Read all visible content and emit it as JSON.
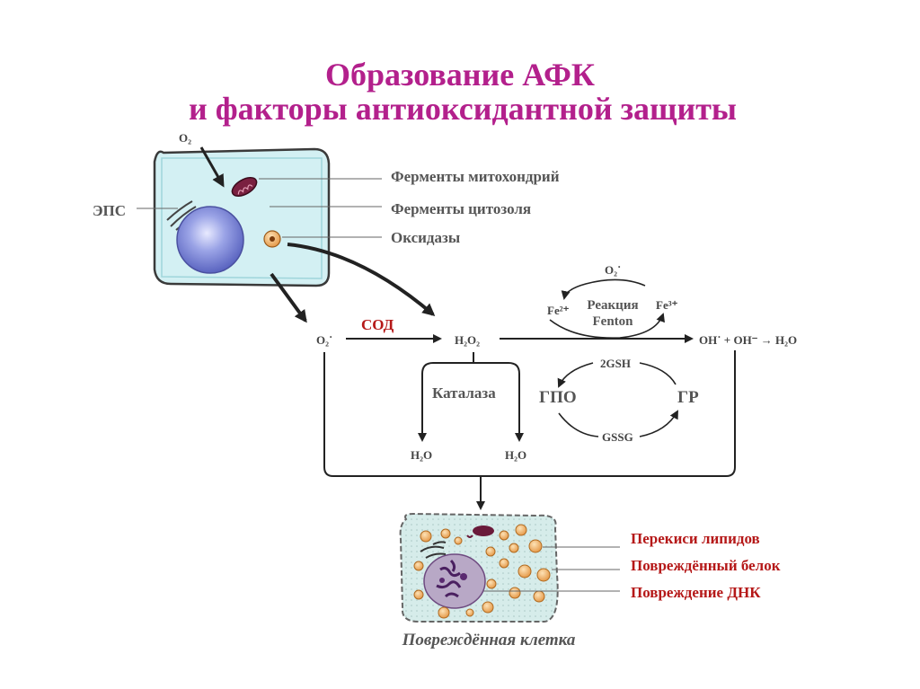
{
  "title": {
    "line1": "Образование    АФК",
    "line2": "и  факторы  антиоксидантной  защиты"
  },
  "top_cell": {
    "o2": "O₂",
    "eps": "ЭПС",
    "labels": [
      "Ферменты митохондрий",
      "Ферменты цитозоля",
      "Оксидазы"
    ]
  },
  "pathway": {
    "superoxide": "O₂˙",
    "sod": "СОД",
    "h2o2": "H₂O₂",
    "products": "OH˙ + OH⁻ → H₂O",
    "fenton_o2": "O₂˙",
    "fe2": "Fe²⁺",
    "fe3": "Fe³⁺",
    "fenton_line1": "Реакция",
    "fenton_line2": "Fenton",
    "catalase": "Каталаза",
    "water_left": "H₂O",
    "water_right": "H₂O",
    "gsh": "2GSH",
    "gpo": "ГПО",
    "gr": "ГР",
    "gssg": "GSSG"
  },
  "damaged_cell": {
    "labels": [
      "Перекиси липидов",
      "Повреждённый белок",
      "Повреждение ДНК"
    ],
    "caption": "Повреждённая клетка"
  },
  "colors": {
    "title": "#b3208c",
    "damage_labels": "#b51818",
    "cell_fill": "#d3f0f3",
    "nucleus": "#7d86d6",
    "droplet": "#f0b36a"
  }
}
